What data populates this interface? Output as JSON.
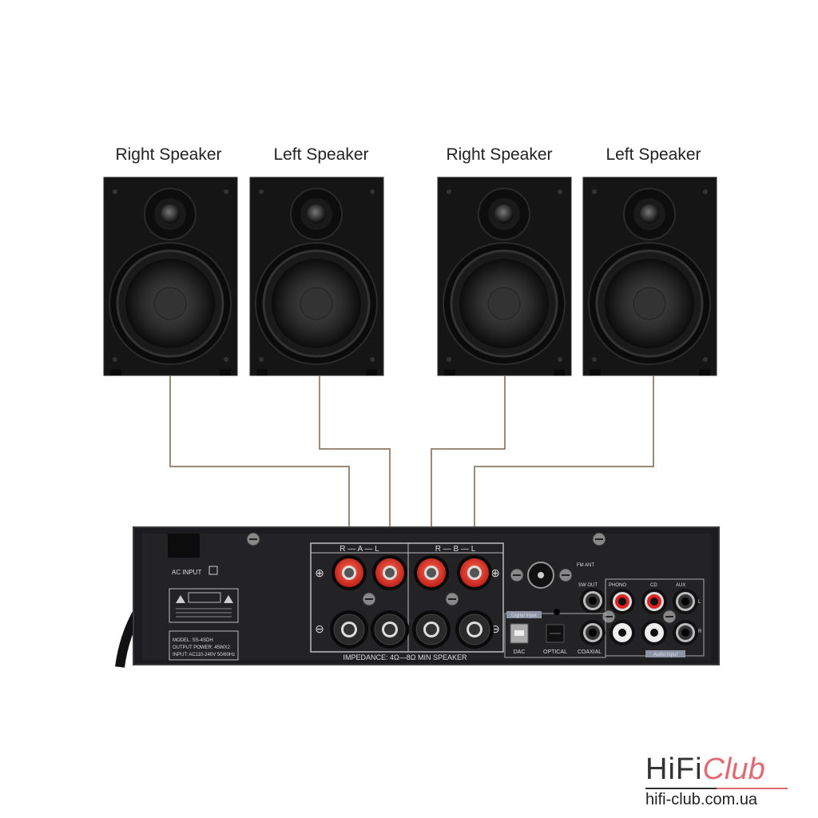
{
  "speakers": [
    {
      "label": "Right Speaker"
    },
    {
      "label": "Left Speaker"
    },
    {
      "label": "Right Speaker"
    },
    {
      "label": "Left Speaker"
    }
  ],
  "amplifier": {
    "ac_input": "AC INPUT",
    "channel_a": "R — A — L",
    "channel_b": "R — B — L",
    "impedance": "IMPEDANCE: 4Ω—8Ω MIN SPEAKER",
    "plus": "⊕",
    "minus": "⊖",
    "model": "MODEL: SS-4SDH",
    "output_power": "OUTPUT POWER: 45WX2",
    "input": "INPUT: AC110-240V 50/60Hz",
    "fm_ant": "FM ANT",
    "sw_out": "SW OUT",
    "phono": "PHONO",
    "cd": "CD",
    "aux": "AUX",
    "left": "L",
    "right": "R",
    "digital_input": "Digital Input",
    "dac": "DAC",
    "optical": "OPTICAL",
    "coaxial": "COAXIAL",
    "audio_input": "Audio Input"
  },
  "logo": {
    "hifi": "HiFi",
    "club": "Club",
    "url": "hifi-club.com.ua"
  },
  "colors": {
    "wire": "#9a8a7a",
    "cabinet": "#151515",
    "terminal_red": "#e23a2a",
    "logo_red": "#e06a73"
  }
}
